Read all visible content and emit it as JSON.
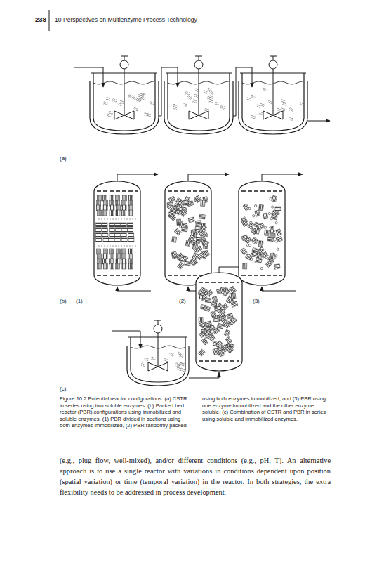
{
  "diagram": {
    "caption": "Figure 10.2 Potential reactor configurations. (a) CSTR in series using two soluble enzymes. (b) Packed bed reactor (PBR) configurations using immobilized and soluble enzymes. (1) PBR divided in sections using both enzymes immobilized, (2) PBR randomly packed using both enzymes immobilized, and (3) PBR using one enzyme immobilized and the other enzyme soluble. (c) Combination of CSTR and PBR in series using soluble and immobilized enzymes.",
    "labels": [
      "238",
      "10 Perspectives on Multienzyme Process Technology",
      "(a)",
      "(b)",
      "(1)",
      "(2)",
      "(3)",
      "(c)",
      "(e.g., plug flow, well-mixed), and/or different conditions (e.g., pH, T). An alternative approach is to use a single reactor with variations in conditions dependent upon position (spatial variation) or time (temporal variation) in the reactor. In both strategies, the extra flexibility needs to be addressed in process development."
    ]
  }
}
